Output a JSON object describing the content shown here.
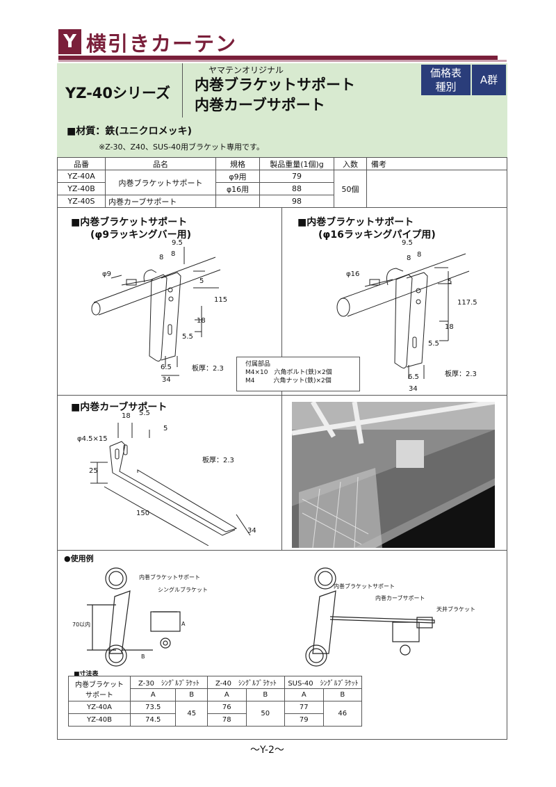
{
  "header": {
    "tag": "Y",
    "category": "横引きカーテン"
  },
  "product": {
    "series": "YZ-40シリーズ",
    "original": "ヤマテンオリジナル",
    "name_line1": "内巻ブラケットサポート",
    "name_line2": "内巻カーブサポート",
    "price_label_1": "価格表",
    "price_label_2": "種別",
    "price_rank": "A群"
  },
  "material": {
    "line": "■材質：鉄(ユニクロメッキ)",
    "note": "※Z-30、Z40、SUS-40用ブラケット専用です。"
  },
  "spec_table": {
    "headers": [
      "品番",
      "品名",
      "規格",
      "製品重量(1個)g",
      "入数",
      "備考"
    ],
    "rows": [
      {
        "code": "YZ-40A",
        "name": "内巻ブラケットサポート",
        "spec": "φ9用",
        "weight": "79"
      },
      {
        "code": "YZ-40B",
        "spec": "φ16用",
        "weight": "88"
      },
      {
        "code": "YZ-40S",
        "name": "内巻カーブサポート",
        "spec": "",
        "weight": "98"
      }
    ],
    "qty": "50個"
  },
  "diagram_a": {
    "title": "■内巻ブラケットサポート",
    "subtitle": "(φ9ラッキングバー用)",
    "dims": [
      "9.5",
      "8",
      "8",
      "φ9",
      "5",
      "115",
      "18",
      "5.5",
      "6.5",
      "34",
      "板厚：2.3"
    ]
  },
  "diagram_b": {
    "title": "■内巻ブラケットサポート",
    "subtitle": "(φ16ラッキングパイプ用)",
    "dims": [
      "9.5",
      "8",
      "8",
      "φ16",
      "5",
      "117.5",
      "18",
      "5.5",
      "6.5",
      "34",
      "板厚：2.3"
    ]
  },
  "accessories": {
    "title": "付属部品",
    "line1": "M4×10　六角ボルト(鉄)×2個",
    "line2": "M4　　　六角ナット(鉄)×2個"
  },
  "diagram_c": {
    "title": "■内巻カーブサポート",
    "dims": [
      "18",
      "5.5",
      "φ4.5×15",
      "5",
      "25",
      "150",
      "34",
      "板厚：2.3"
    ]
  },
  "usage": {
    "title": "●使用例",
    "left_labels": [
      "内巻ブラケットサポート",
      "シングルブラケット",
      "70以内",
      "A",
      "B"
    ],
    "right_labels": [
      "内巻ブラケットサポート",
      "内巻カーブサポート",
      "天井ブラケット"
    ]
  },
  "size_table": {
    "title": "■寸法表",
    "row_header": [
      "内巻ブラケット",
      "サポート"
    ],
    "groups": [
      "Z-30　ｼﾝｸﾞﾙﾌﾞﾗｹｯﾄ",
      "Z-40　ｼﾝｸﾞﾙﾌﾞﾗｹｯﾄ",
      "SUS-40　ｼﾝｸﾞﾙﾌﾞﾗｹｯﾄ"
    ],
    "sub": [
      "A",
      "B"
    ],
    "rows": [
      {
        "code": "YZ-40A",
        "z30a": "73.5",
        "z40a": "76",
        "sus40a": "77"
      },
      {
        "code": "YZ-40B",
        "z30a": "74.5",
        "z40a": "78",
        "sus40a": "79"
      }
    ],
    "z30b": "45",
    "z40b": "50",
    "sus40b": "46"
  },
  "footer": {
    "page": "～Y-2～"
  },
  "colors": {
    "brand": "#7a1f3a",
    "header_bg": "#d8ead0",
    "badge": "#2a3d7a"
  }
}
